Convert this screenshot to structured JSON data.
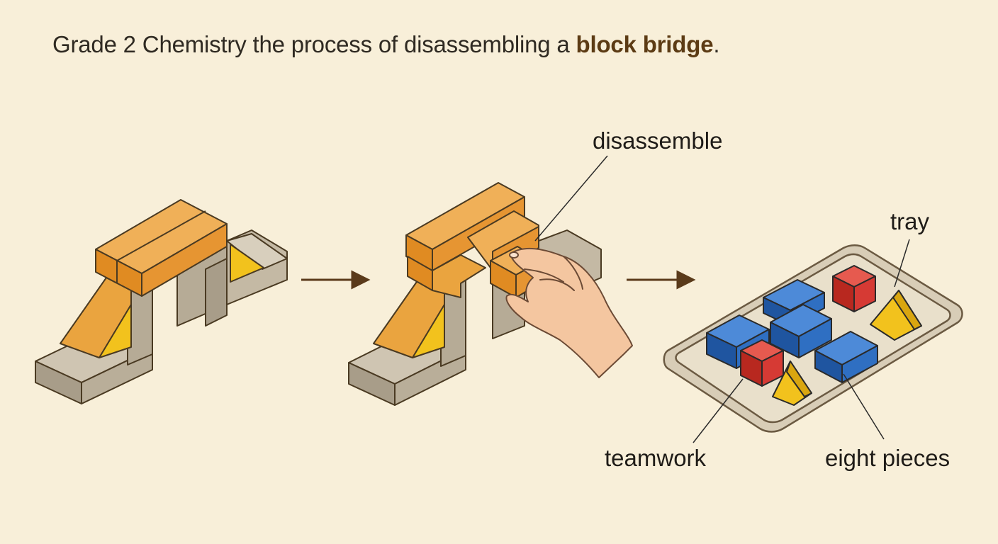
{
  "title": {
    "prefix": "Grade 2 Chemistry the process of disassembling a ",
    "emphasis": "block bridge",
    "suffix": "."
  },
  "labels": {
    "disassemble": "disassemble",
    "tray": "tray",
    "teamwork": "teamwork",
    "eight_pieces": "eight pieces"
  },
  "colors": {
    "background": "#f8efd9",
    "orange_block": "#e89a3a",
    "yellow_block": "#f2c21d",
    "gray_block": "#b5aa97",
    "blue_block": "#2f6fc2",
    "red_block": "#d63a34",
    "tray": "#d8cdb7",
    "arrow": "#5a3a1a",
    "skin": "#f4c6a0"
  },
  "icons": [
    "bridge-assembled-illustration",
    "bridge-disassembling-illustration",
    "hand-icon",
    "tray-illustration",
    "arrow-right-icon"
  ]
}
